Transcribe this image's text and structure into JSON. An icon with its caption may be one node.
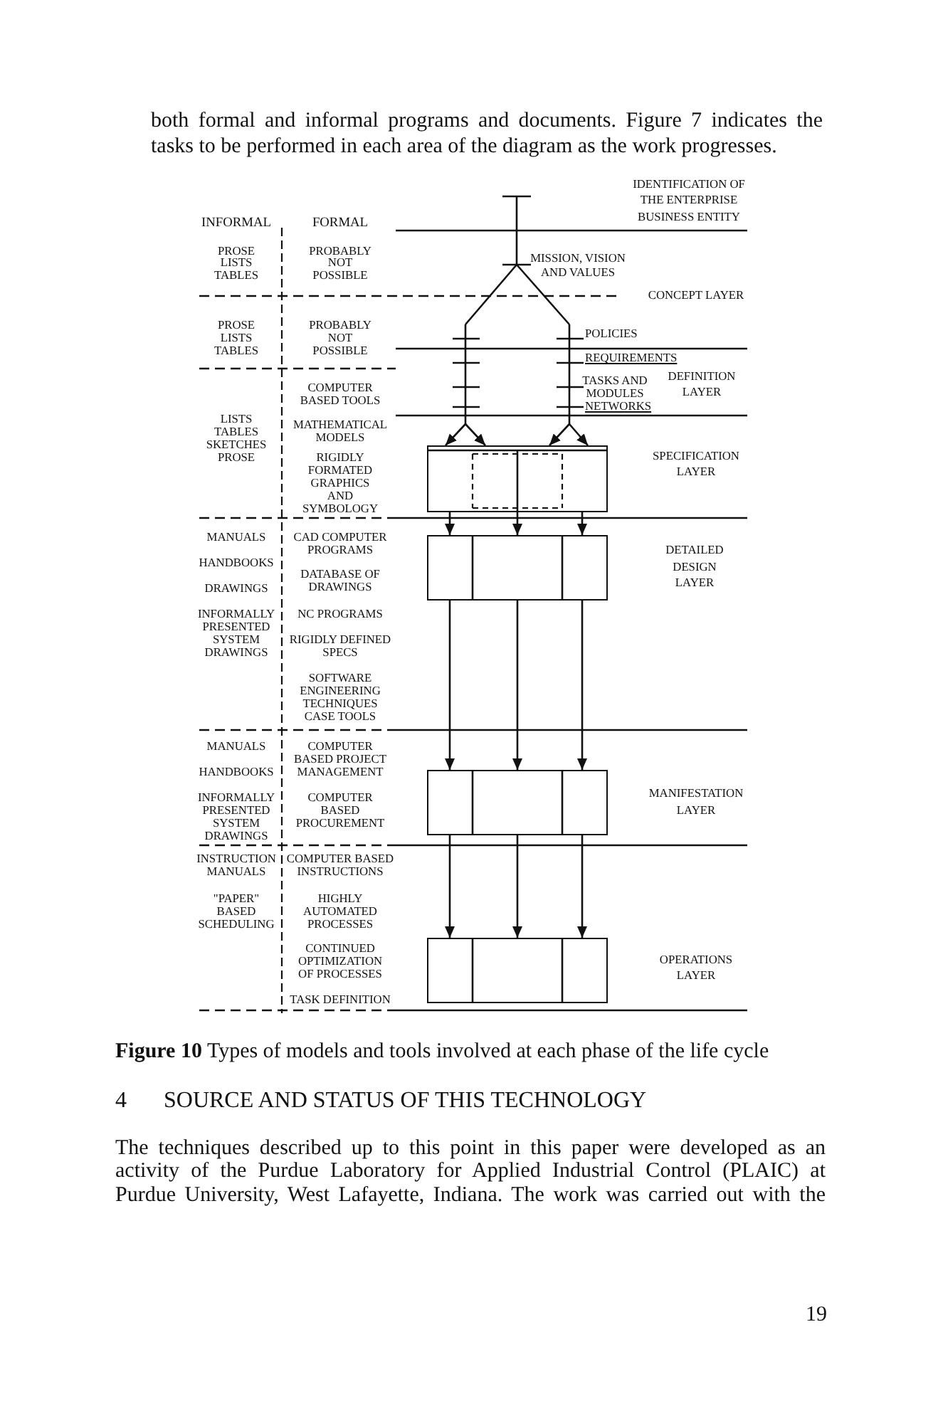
{
  "diagram": {
    "caption": "**Figure 10** Types of models and tools involved at each phase of the life cycle",
    "nodes": [
      {
        "text": [],
        "shape": "box"
      },
      {
        "text": [],
        "shape": "box"
      },
      {
        "text": [],
        "shape": "box"
      },
      {
        "text": [],
        "shape": "box"
      }
    ],
    "edges": [
      {
        "from": null,
        "to": 0,
        "arrow": "to"
      },
      {
        "from": null,
        "to": 0,
        "arrow": "to"
      },
      {
        "from": null,
        "to": 0,
        "arrow": "to"
      },
      {
        "from": null,
        "to": 0,
        "arrow": "to"
      },
      {
        "from": 0,
        "to": 1,
        "arrow": "to"
      },
      {
        "from": 0,
        "to": 1,
        "arrow": "to"
      },
      {
        "from": 0,
        "to": 1,
        "arrow": "to"
      },
      {
        "from": 1,
        "to": 2,
        "arrow": "to"
      },
      {
        "from": 1,
        "to": 2,
        "arrow": "to"
      },
      {
        "from": 1,
        "to": 2,
        "arrow": "to"
      },
      {
        "from": 2,
        "to": 3,
        "arrow": "to"
      },
      {
        "from": 2,
        "to": 3,
        "arrow": "to"
      },
      {
        "from": 2,
        "to": 3,
        "arrow": "to"
      }
    ],
    "labels": [
      "both formal and informal programs and documents. Figure 7 indicates the tasks to be performed in each area of the diagram as the work progresses.",
      "IDENTIFICATION OF THE ENTERPRISE BUSINESS ENTITY",
      "INFORMAL",
      "FORMAL",
      "PROSE LISTS TABLES",
      "PROBABLY NOT POSSIBLE",
      "MISSION, VISION AND VALUES",
      "CONCEPT LAYER",
      "PROSE LISTS TABLES",
      "PROBABLY NOT POSSIBLE",
      "POLICIES",
      "REQUIREMENTS",
      "COMPUTER BASED TOOLS",
      "TASKS AND MODULES",
      "DEFINITION LAYER",
      "NETWORKS",
      "LISTS TABLES SKETCHES PROSE",
      "MATHEMATICAL MODELS",
      "RIGIDLY FORMATED GRAPHICS AND SYMBOLOGY",
      "SPECIFICATION LAYER",
      "MANUALS",
      "CAD COMPUTER PROGRAMS",
      "DETAILED DESIGN LAYER",
      "HANDBOOKS",
      "DATABASE OF DRAWINGS",
      "DRAWINGS",
      "INFORMALLY PRESENTED SYSTEM DRAWINGS",
      "NC PROGRAMS",
      "RIGIDLY DEFINED SPECS",
      "SOFTWARE ENGINEERING TECHNIQUES CASE TOOLS",
      "MANUALS",
      "COMPUTER BASED PROJECT MANAGEMENT",
      "HANDBOOKS",
      "INFORMALLY PRESENTED SYSTEM DRAWINGS",
      "COMPUTER BASED PROCUREMENT",
      "MANIFESTATION LAYER",
      "INSTRUCTION MANUALS",
      "COMPUTER BASED INSTRUCTIONS",
      "\"PAPER\" BASED SCHEDULING",
      "HIGHLY AUTOMATED PROCESSES",
      "CONTINUED OPTIMIZATION OF PROCESSES",
      "OPERATIONS LAYER",
      "TASK DEFINITION",
      "4",
      "SOURCE AND STATUS OF THIS TECHNOLOGY",
      "The techniques described up to this point in this paper were developed as an activity of the Purdue Laboratory for Applied Industrial Control (PLAIC) at Purdue University, West Lafayette, Indiana. The work was carried out with the",
      "19"
    ]
  }
}
